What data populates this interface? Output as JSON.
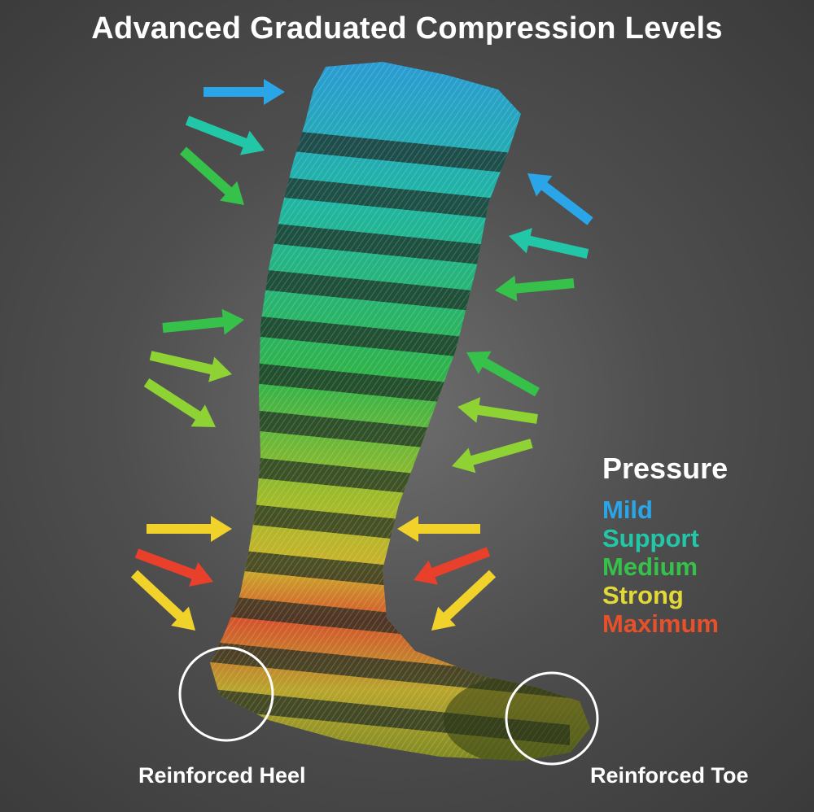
{
  "title": "Advanced Graduated Compression Levels",
  "legend": {
    "title": "Pressure",
    "levels": [
      {
        "label": "Mild",
        "color": "#2aa6e8"
      },
      {
        "label": "Support",
        "color": "#22c7a8"
      },
      {
        "label": "Medium",
        "color": "#36c24a"
      },
      {
        "label": "Strong",
        "color": "#e2d838"
      },
      {
        "label": "Maximum",
        "color": "#e8502a"
      }
    ]
  },
  "callouts": {
    "heel": "Reinforced Heel",
    "toe": "Reinforced Toe"
  },
  "colors": {
    "mild": "#2aa6e8",
    "support": "#22c7a8",
    "medium": "#36c24a",
    "light_green": "#8fd234",
    "strong": "#f1d22a",
    "maximum": "#e8402a",
    "sock_shadow": "#1d2a22"
  }
}
